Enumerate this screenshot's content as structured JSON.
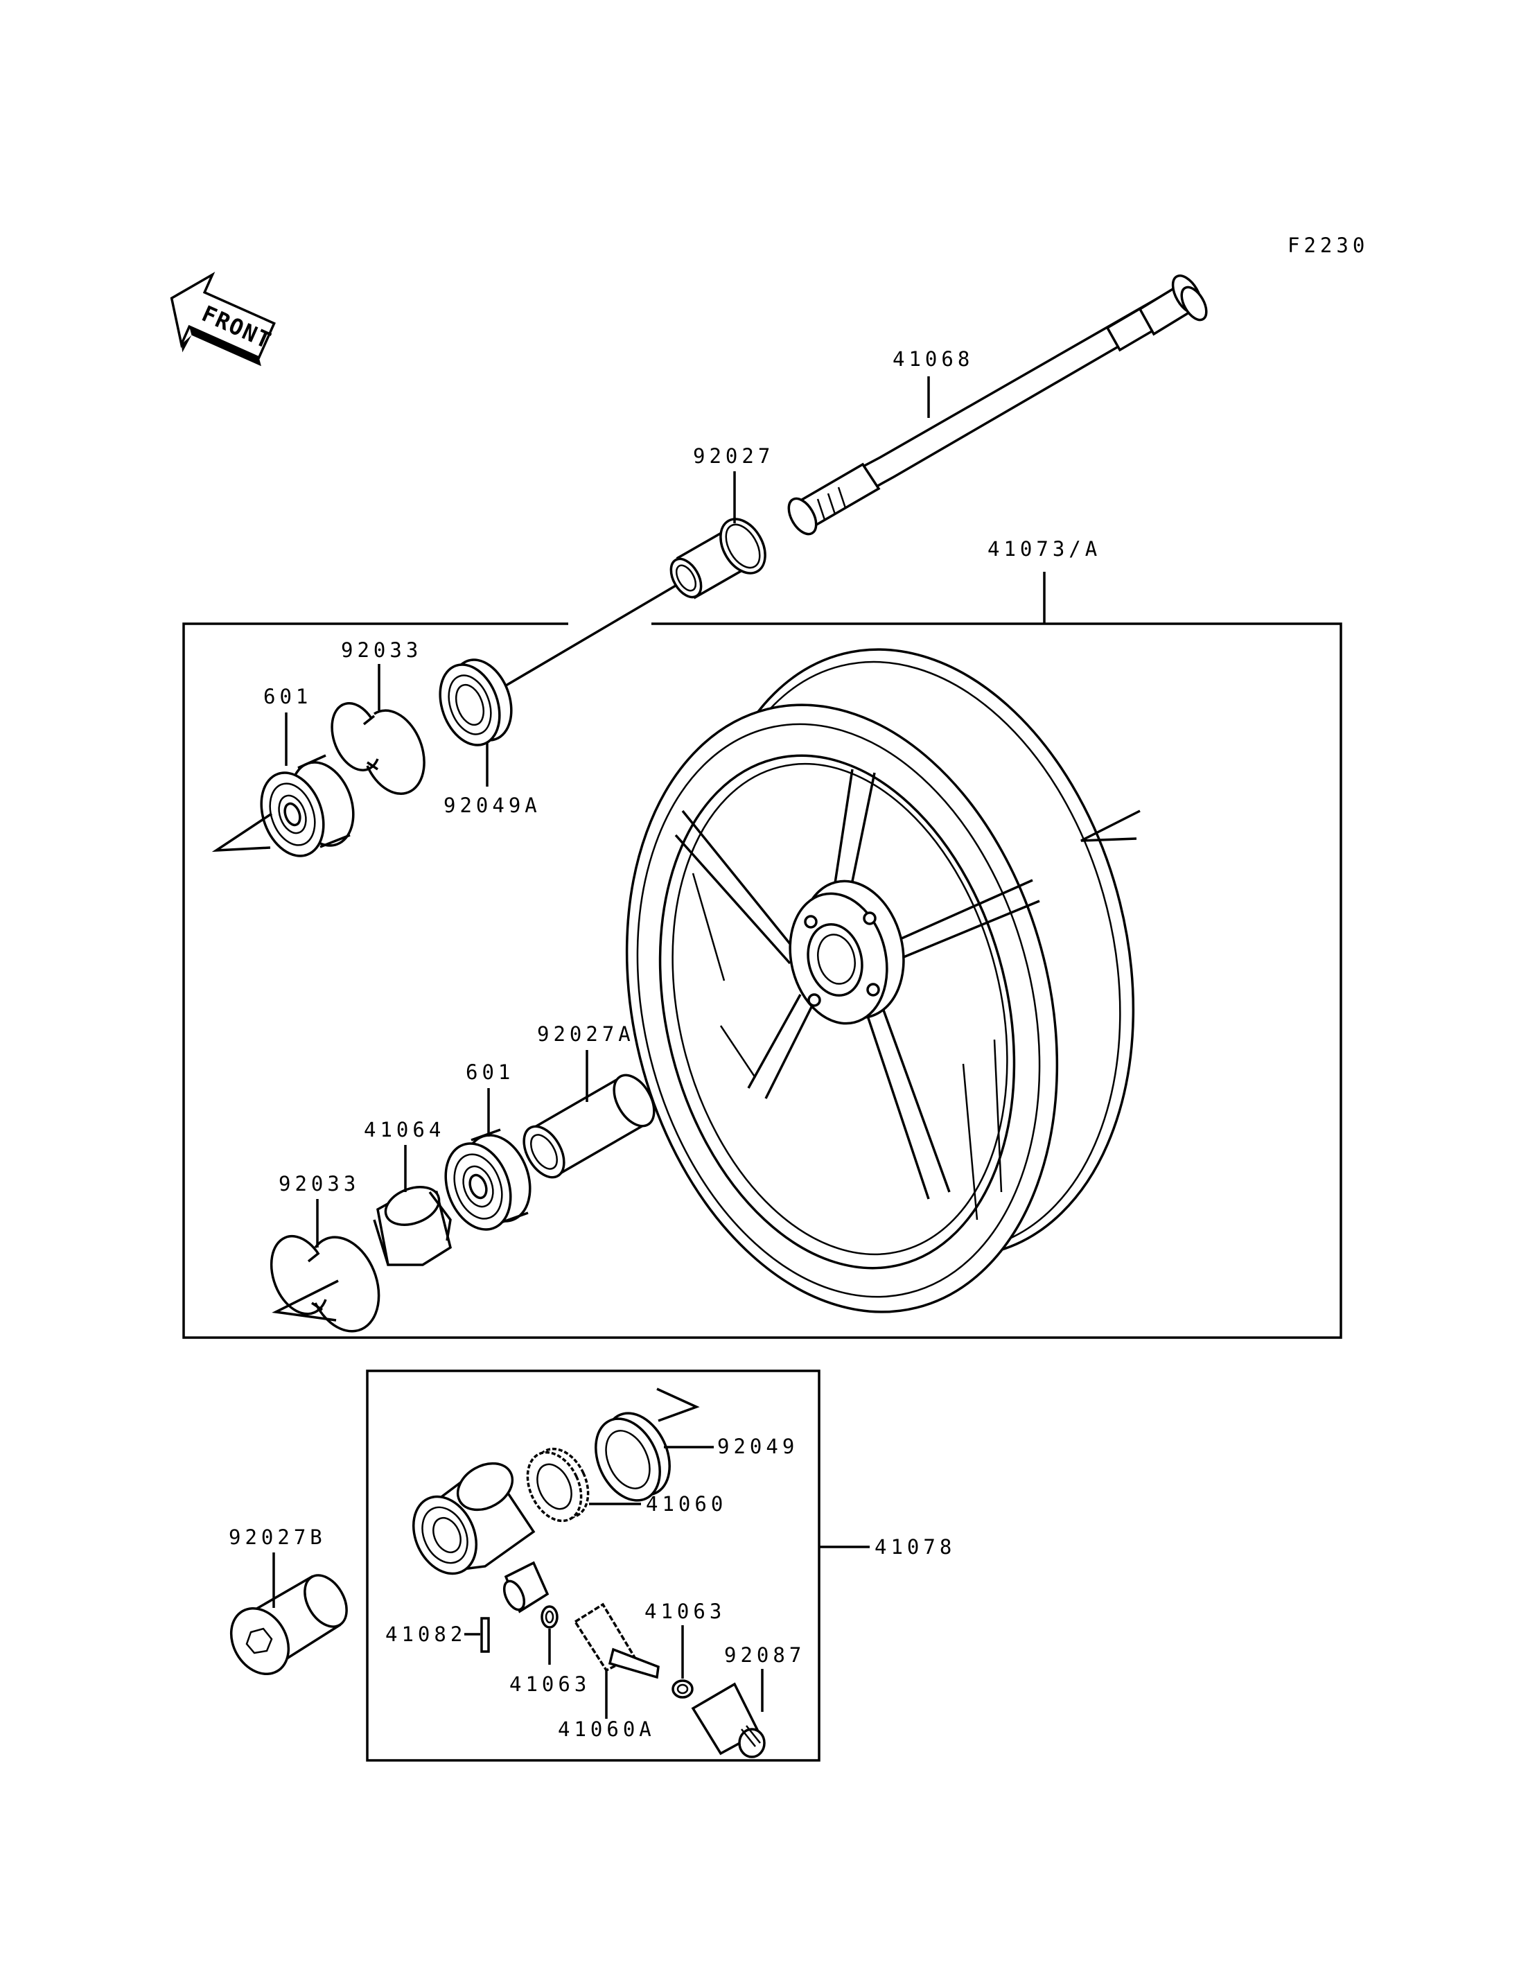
{
  "figure_code": "F2230",
  "front_label": "FRONT",
  "parts": {
    "axle": "41068",
    "axle_collar_right": "92027",
    "wheel": "41073/A",
    "circlip_upper": "92033",
    "bearing_upper": "601",
    "oil_seal_upper": "92049A",
    "collar_distance": "92027A",
    "bearing_lower": "601",
    "gear_housing_plate": "41064",
    "circlip_lower": "92033",
    "oil_seal_meter": "92049",
    "meter_gear": "41060",
    "meter_gear_housing": "41078",
    "collar_left": "92027B",
    "pin": "41082",
    "washer_a": "41063",
    "washer_b": "41063",
    "pinion": "41060A",
    "bushing": "92087"
  }
}
